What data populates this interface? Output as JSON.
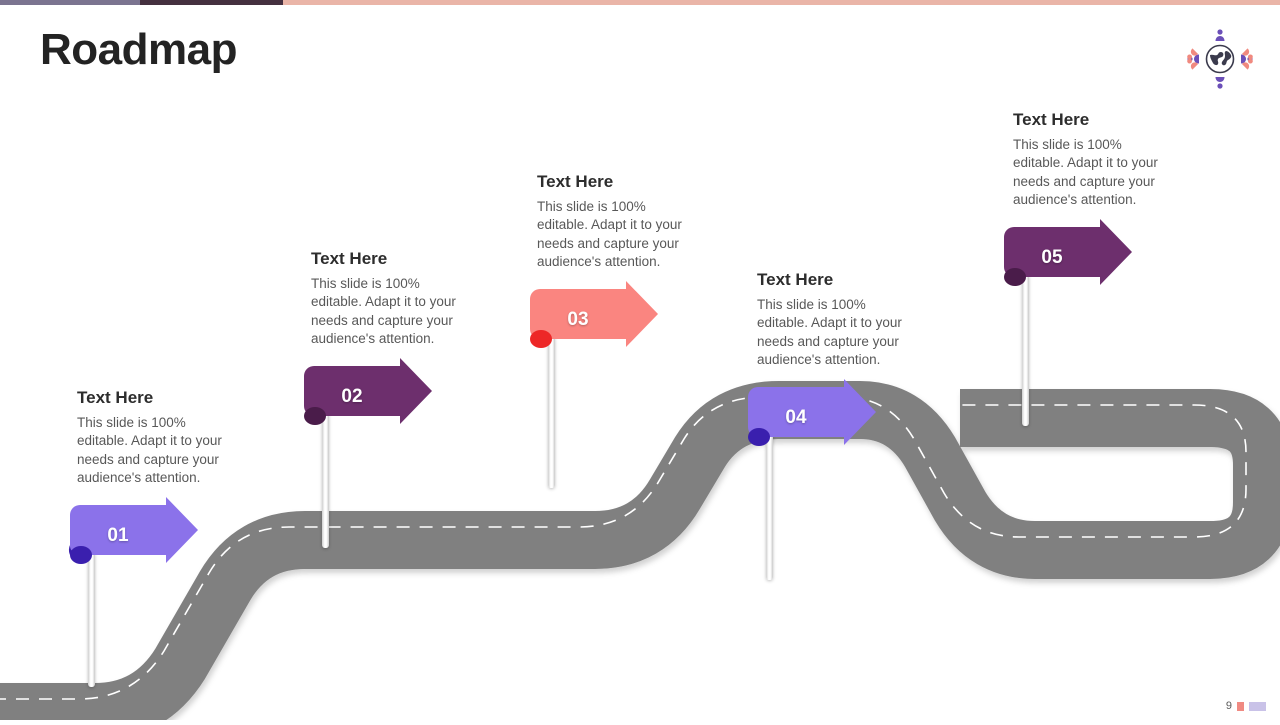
{
  "slide": {
    "title": "Roadmap",
    "page_number": "9",
    "accent_bar": [
      "#7b7490",
      "#45303f",
      "#eab5a8"
    ],
    "road_color": "#808080",
    "road_line_color": "#ffffff"
  },
  "logo": {
    "name": "globe-people-logo",
    "globe_color": "#3b3b4d",
    "people_purple": "#6b4fb8",
    "people_coral": "#f0897f"
  },
  "milestones": [
    {
      "number": "01",
      "heading": "Text Here",
      "body": "This slide is 100% editable. Adapt it to your needs and capture your audience's attention.",
      "flag_color": "#8b72ea",
      "fold_color": "#3a1fae"
    },
    {
      "number": "02",
      "heading": "Text Here",
      "body": "This slide is 100% editable. Adapt it to your needs and capture your audience's attention.",
      "flag_color": "#6d2f6d",
      "fold_color": "#4a1c4a"
    },
    {
      "number": "03",
      "heading": "Text Here",
      "body": "This slide is 100% editable. Adapt it to your needs and capture your audience's attention.",
      "flag_color": "#fa8580",
      "fold_color": "#ed2727"
    },
    {
      "number": "04",
      "heading": "Text Here",
      "body": "This slide is 100% editable. Adapt it to your needs and capture your audience's attention.",
      "flag_color": "#8b72ea",
      "fold_color": "#3a1fae"
    },
    {
      "number": "05",
      "heading": "Text Here",
      "body": "This slide is 100% editable. Adapt it to your needs and capture your audience's attention.",
      "flag_color": "#6d2f6d",
      "fold_color": "#4a1c4a"
    }
  ]
}
